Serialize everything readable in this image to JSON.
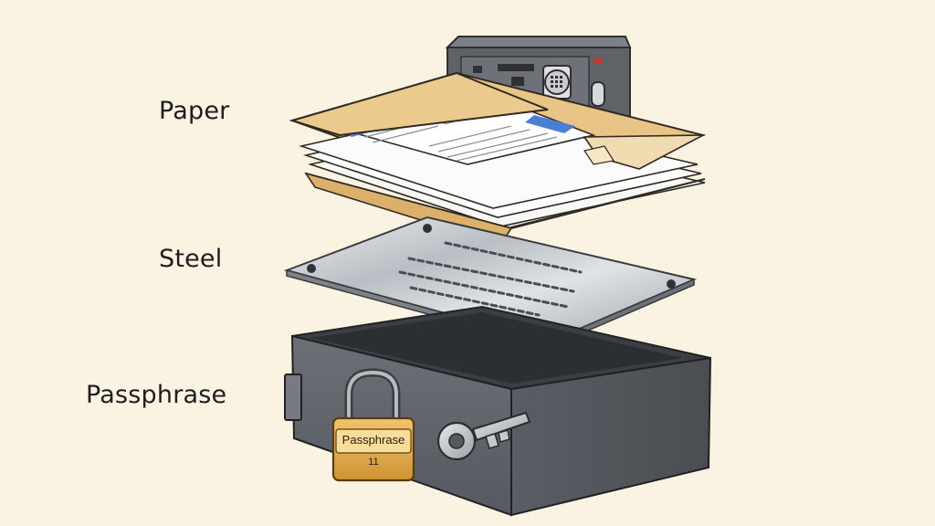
{
  "labels": {
    "paper": "Paper",
    "steel": "Steel",
    "passphrase": "Passphrase"
  },
  "padlock": {
    "tag_text": "Passphrase",
    "number": "11"
  },
  "icons": [
    "wall-safe-icon",
    "envelope-icon",
    "steel-plate-icon",
    "lockbox-icon",
    "padlock-icon",
    "key-icon"
  ]
}
